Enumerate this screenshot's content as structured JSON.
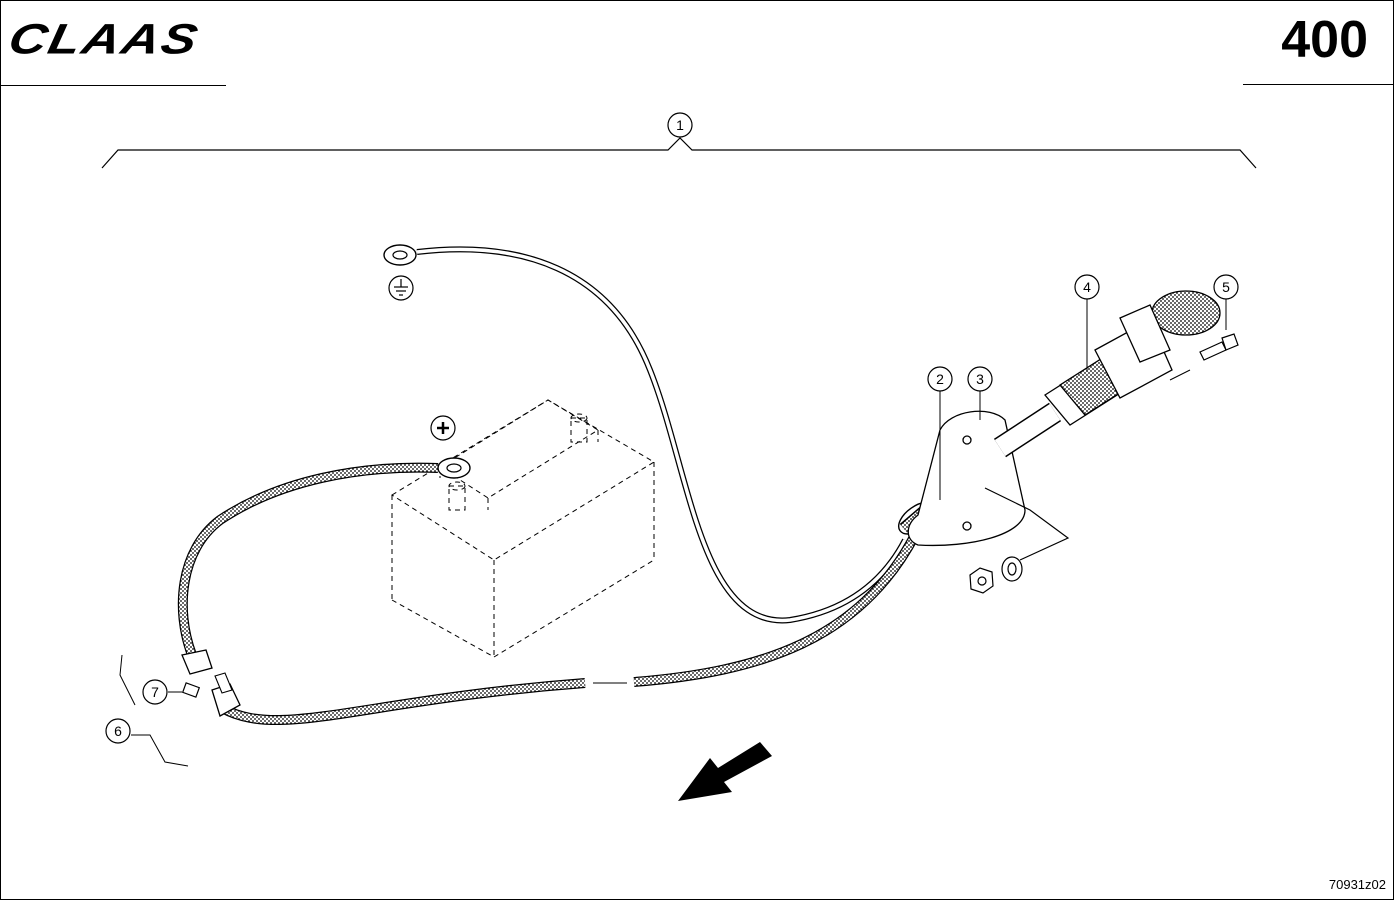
{
  "header": {
    "brand_logo": "CLAAS",
    "page_number": "400"
  },
  "footer": {
    "drawing_number": "70931z02"
  },
  "callouts": {
    "c1": "1",
    "c2": "2",
    "c3": "3",
    "c4": "4",
    "c5": "5",
    "c6": "6",
    "c7": "7"
  },
  "symbols": {
    "positive_terminal": "plus-icon",
    "ground_terminal": "ground-icon",
    "direction_arrow": "arrow-icon"
  },
  "colors": {
    "ink": "#000000",
    "cable_fill": "#bdbdbd",
    "background": "#ffffff"
  }
}
